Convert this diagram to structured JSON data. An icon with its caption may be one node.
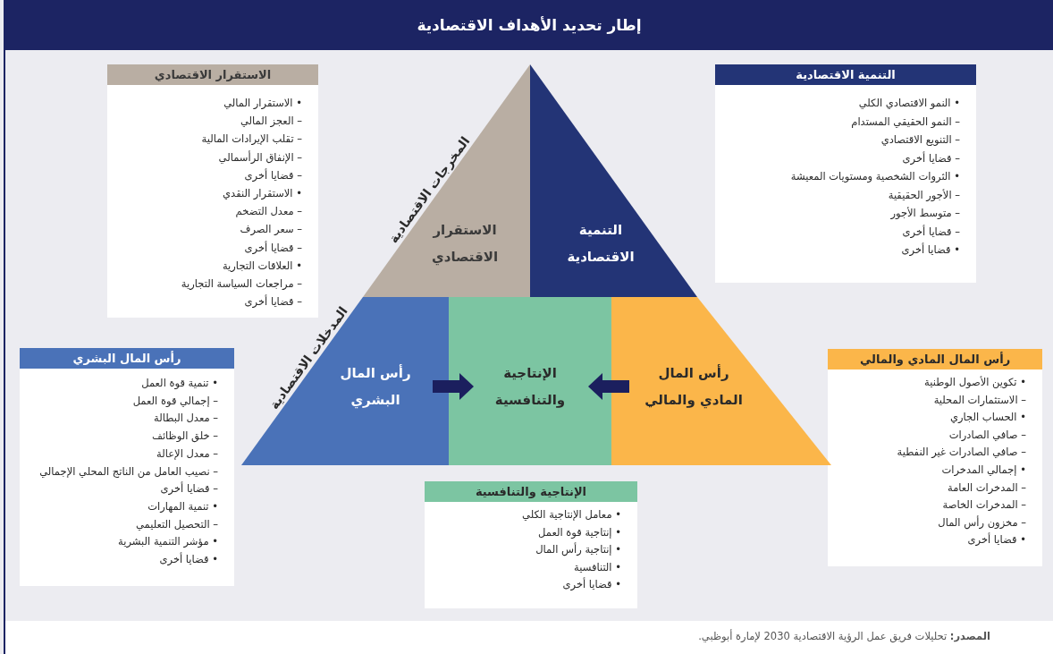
{
  "diagram": {
    "title": "إطار تحديد الأهداف الاقتصادية",
    "caption": "**المصدر:** تحليلات فريق عمل الرؤية الاقتصادية 2030 لإمارة أبوظبي.",
    "nodes": [
      {
        "text": [
          "الاستقرار الاقتصادي",
          "• الاستقرار المالي",
          "– العجز المالي",
          "– تقلب الإيرادات المالية",
          "– الإنفاق الرأسمالي",
          "– قضايا أخرى",
          "• الاستقرار النقدي",
          "– معدل التضخم",
          "– سعر الصرف",
          "– قضايا أخرى",
          "• العلاقات التجارية",
          "– مراجعات السياسة التجارية",
          "– قضايا أخرى"
        ]
      },
      {
        "text": [
          "الاستقرار الاقتصادي"
        ]
      },
      {
        "text": [
          "التنمية الاقتصادية"
        ]
      },
      {
        "text": [
          "التنمية الاقتصادية",
          "• النمو الاقتصادي الكلي",
          "– النمو الحقيقي المستدام",
          "– التنويع الاقتصادي",
          "– قضايا أخرى",
          "• الثروات الشخصية ومستويات المعيشة",
          "– الأجور الحقيقية",
          "– متوسط الأجور",
          "– قضايا أخرى",
          "• قضايا أخرى"
        ]
      },
      {
        "text": [
          "رأس المال البشري",
          "• تنمية قوة العمل",
          "– إجمالي قوة العمل",
          "– معدل البطالة",
          "– خلق الوظائف",
          "– معدل الإعالة",
          "– نصيب العامل من الناتج المحلي الإجمالي",
          "– قضايا أخرى",
          "• تنمية المهارات",
          "– التحصيل التعليمي",
          "• مؤشر التنمية البشرية",
          "• قضايا أخرى"
        ]
      },
      {
        "text": [
          "رأس المال البشري"
        ]
      },
      {
        "text": [
          "الإنتاجية والتنافسية"
        ]
      },
      {
        "text": [
          "رأس المال المادي والمالي"
        ]
      },
      {
        "text": [
          "رأس المال المادي والمالي",
          "• تكوين الأصول الوطنية",
          "– الاستثمارات المحلية",
          "• الحساب الجاري",
          "– صافي الصادرات",
          "– صافي الصادرات غير النفطية",
          "• إجمالي المدخرات",
          "– المدخرات العامة",
          "– المدخرات الخاصة",
          "– مخزون رأس المال",
          "• قضايا أخرى"
        ]
      },
      {
        "text": [
          "الإنتاجية والتنافسية",
          "• معامل الإنتاجية الكلي",
          "• إنتاجية قوة العمل",
          "• إنتاجية رأس المال",
          "• التنافسية",
          "• قضايا أخرى"
        ]
      }
    ],
    "edges": [
      {
        "from": 5,
        "to": 6,
        "arrow": "to"
      },
      {
        "from": 7,
        "to": 6,
        "arrow": "to"
      }
    ],
    "labels": [
      "المخرجات الاقتصادية",
      "المدخلات الاقتصادية"
    ]
  }
}
